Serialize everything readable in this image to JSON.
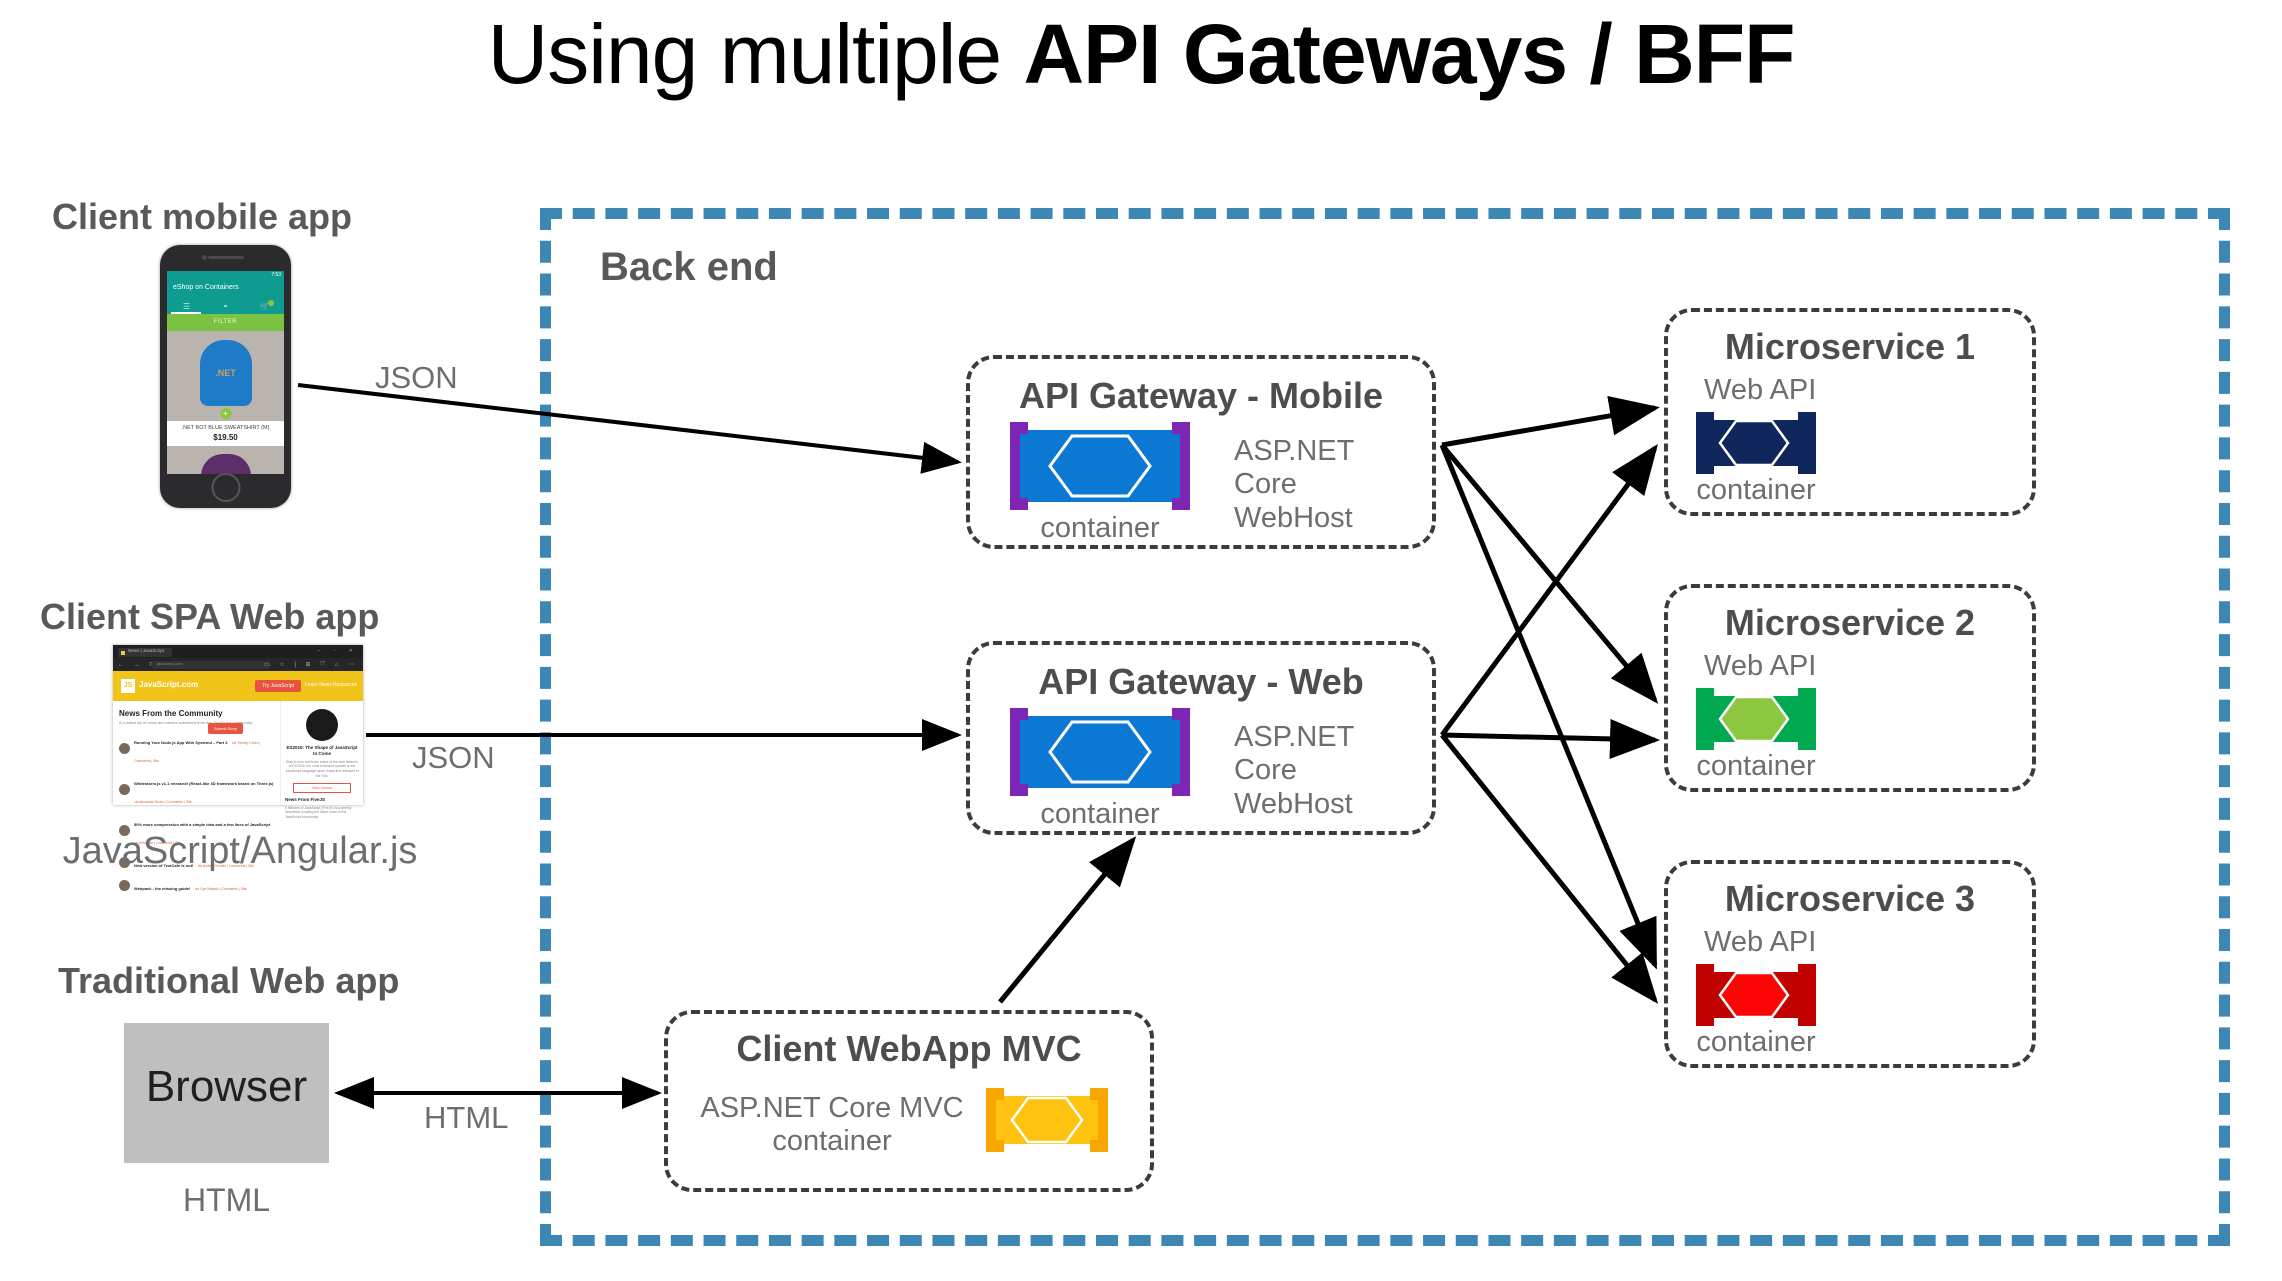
{
  "title": {
    "light": "Using multiple ",
    "bold": "API Gateways / BFF"
  },
  "backend": {
    "label": "Back end"
  },
  "clients": {
    "mobile": {
      "heading": "Client mobile app",
      "phone": {
        "status_time": "7:53",
        "app_title": "eShop on Containers",
        "filter_label": "FILTER",
        "product_name": ".NET BOT BLUE SWEATSHIRT (M)",
        "product_price": "$19.50",
        "logo_text": ".NET",
        "plus_glyph": "+"
      },
      "edge_label": "JSON"
    },
    "spa": {
      "heading": "Client SPA Web app",
      "caption": "JavaScript/Angular.js",
      "edge_label": "JSON",
      "browser": {
        "tab_title": "News | JavaScript",
        "url": "javascript.com",
        "nav_glyphs": "← → ⟳",
        "tool_glyphs": "▭ ☆ | ⊞ ⤧ ⌂ ⋯",
        "window_buttons": "‒ ▫ ✕",
        "logo": "JS",
        "brand": "JavaScript.com",
        "cta": "Try JavaScript",
        "nav": "Learn    News    Resources",
        "headline": "News From the Community",
        "subhead": "A curated list of news and stories submitted from the JavaScript community.",
        "submit_button": "Submit Story",
        "stories": [
          {
            "title": "Running Your Node.js App With Systemd – Part 2",
            "meta": "via Tierney Coren  |  Comments  |  Site"
          },
          {
            "title": "Whitestorm.js v1.1 released! (React-like 3D framework based on Three.js)",
            "meta": "via Alexander Buzin  |  Comments  |  Site"
          },
          {
            "title": "50% more compression with a simple idea and a few lines of JavaScript",
            "meta": "via jefhomen  |  Comments  |  Site"
          },
          {
            "title": "New version of TestCafe is out!",
            "meta": "via Andrey Churkin  |  Comments  |  Site"
          },
          {
            "title": "Webpack - the missing guide!",
            "meta": "via Gye Majeski  |  Comments  |  Site"
          }
        ],
        "sidebar_heading": "ES2015: The Shape of JavaScript to Come",
        "sidebar_text": "Stay in tune and learn some of the new features of ES2015, the most extensive update to the JavaScript language since it was first released in the '90s.",
        "sidebar_button": "View Course",
        "sidebar_heading2": "News From FiveJS",
        "sidebar_text2": "5 Minutes of JavaScript (FiveJS) is a weekly newsletter curating the latest news in the JavaScript community."
      }
    },
    "traditional": {
      "heading": "Traditional Web app",
      "browser_label": "Browser",
      "caption": "HTML",
      "edge_label": "HTML"
    }
  },
  "gateways": [
    {
      "title": "API Gateway - Mobile",
      "host": "ASP.NET Core\nWebHost",
      "container_caption": "container",
      "container_color": "#0B78D4",
      "bracket_color": "#7D26B5",
      "hex_fill": "none",
      "hex_stroke": "#ffffff"
    },
    {
      "title": "API Gateway - Web",
      "host": "ASP.NET Core\nWebHost",
      "container_caption": "container",
      "container_color": "#0B78D4",
      "bracket_color": "#7D26B5",
      "hex_fill": "none",
      "hex_stroke": "#ffffff"
    }
  ],
  "microservices": [
    {
      "title": "Microservice 1",
      "kind": "Web API",
      "container_caption": "container",
      "container_color": "#10275E",
      "bracket_color": "#10275E",
      "hex_fill": "none",
      "hex_stroke": "#ffffff"
    },
    {
      "title": "Microservice 2",
      "kind": "Web API",
      "container_caption": "container",
      "container_color": "#00A94F",
      "bracket_color": "#00A94F",
      "hex_fill": "#8DC63F",
      "hex_stroke": "#ffffff"
    },
    {
      "title": "Microservice 3",
      "kind": "Web API",
      "container_caption": "container",
      "container_color": "#C10000",
      "bracket_color": "#C10000",
      "hex_fill": "#FB0505",
      "hex_stroke": "#ffffff"
    }
  ],
  "webapp_mvc": {
    "title": "Client WebApp MVC",
    "sub": "ASP.NET Core MVC\ncontainer",
    "container_color": "#FFC20E",
    "bracket_color": "#F7A600",
    "hex_fill": "none",
    "hex_stroke": "#ffffff"
  },
  "colors": {
    "boundary": "#3D87B4",
    "node_border": "#3C3C3C",
    "heading": "#58595B",
    "body_text": "#6D6E71",
    "arrow": "#000000",
    "browser_fill": "#BFBFBF"
  }
}
